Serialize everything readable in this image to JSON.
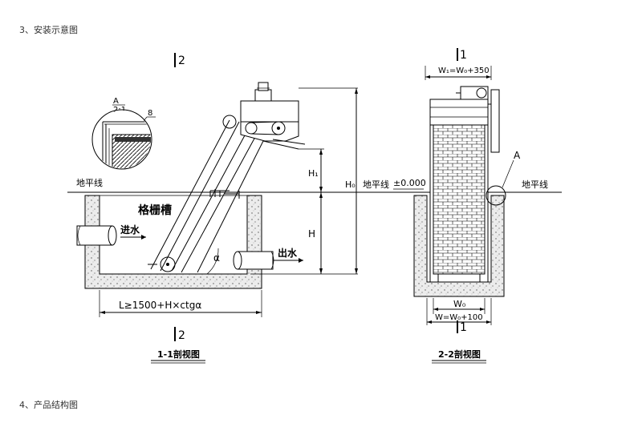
{
  "headings": {
    "section3": "3、安装示意图",
    "section4": "4、产品结构图"
  },
  "left_view": {
    "section_mark_top": "2",
    "section_mark_bottom": "2",
    "detail_label": "A",
    "detail_scale": "2:1",
    "detail_callout": "8",
    "ground_line": "地平线",
    "channel_label": "格栅槽",
    "inlet_label": "进水",
    "outlet_label": "出水",
    "angle_label": "α",
    "dim_h1": "H₁",
    "dim_h": "H",
    "dim_h0": "H₀",
    "dim_length": "L≥1500+H×ctgα",
    "caption": "1-1剖视图"
  },
  "right_view": {
    "section_mark_top": "1",
    "section_mark_bottom": "1",
    "dim_top": "W₁=W₀+350",
    "ground_line_left": "地平线",
    "elevation": "±0.000",
    "ground_line_right": "地平线",
    "detail_label": "A",
    "dim_w0": "W₀",
    "dim_w": "W=W₀+100",
    "caption": "2-2剖视图"
  }
}
